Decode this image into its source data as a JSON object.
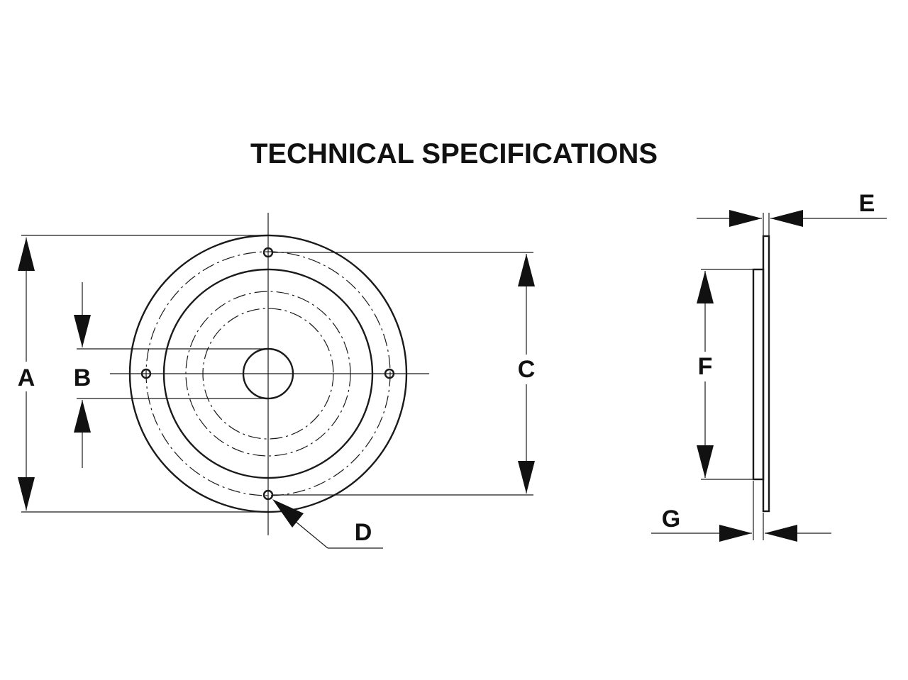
{
  "title": "TECHNICAL SPECIFICATIONS",
  "labels": {
    "A": "A",
    "B": "B",
    "C": "C",
    "D": "D",
    "E": "E",
    "F": "F",
    "G": "G"
  }
}
